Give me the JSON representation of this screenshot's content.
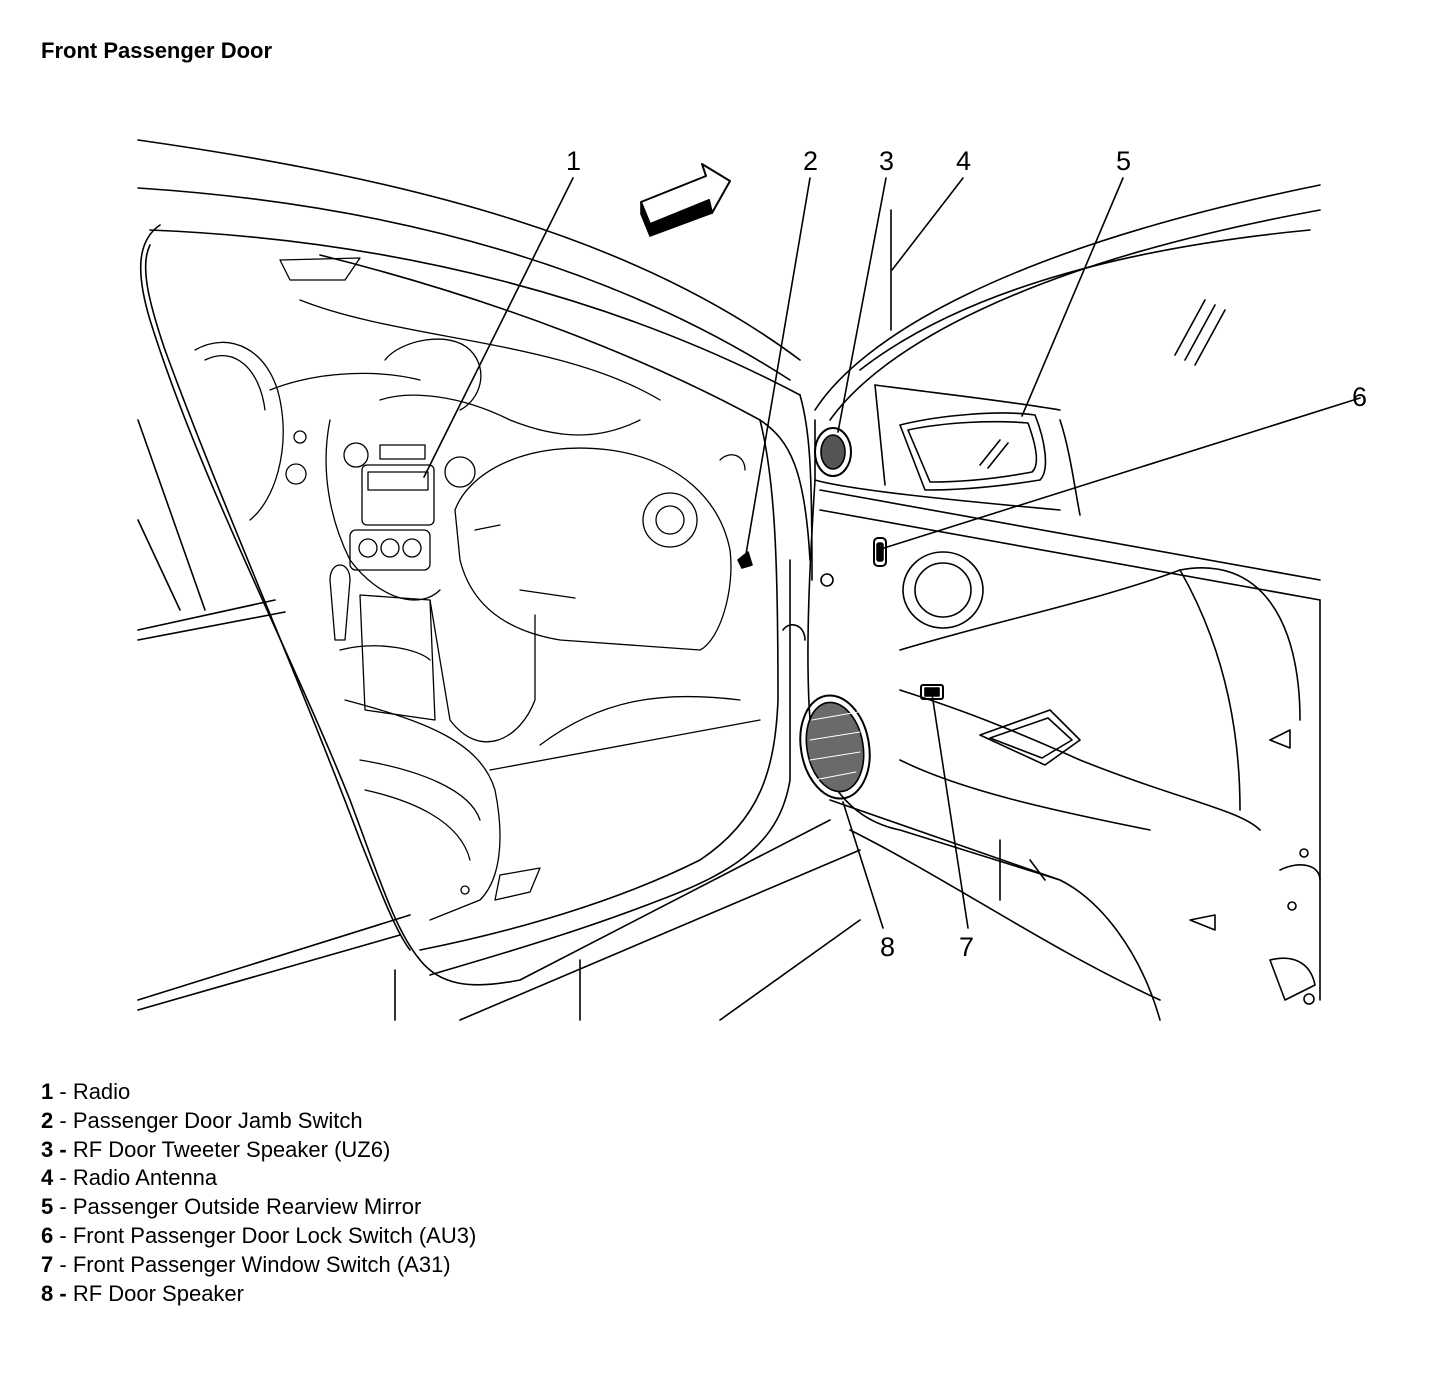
{
  "title": "Front Passenger Door",
  "callouts": [
    "1",
    "2",
    "3",
    "4",
    "5",
    "6",
    "7",
    "8"
  ],
  "legend": [
    {
      "num": "1",
      "sep": " - ",
      "label": "Radio"
    },
    {
      "num": "2",
      "sep": " - ",
      "label": "Passenger Door Jamb Switch"
    },
    {
      "num": "3 -",
      "sep": " ",
      "label": "RF Door Tweeter Speaker (UZ6)"
    },
    {
      "num": "4",
      "sep": " - ",
      "label": "Radio Antenna"
    },
    {
      "num": "5",
      "sep": " - ",
      "label": "Passenger Outside Rearview Mirror"
    },
    {
      "num": "6",
      "sep": " - ",
      "label": "Front Passenger Door Lock Switch (AU3)"
    },
    {
      "num": "7",
      "sep": " - ",
      "label": "Front Passenger Window Switch (A31)"
    },
    {
      "num": "8 -",
      "sep": " ",
      "label": "RF Door Speaker"
    }
  ],
  "colors": {
    "line": "#000000",
    "background": "#ffffff"
  }
}
